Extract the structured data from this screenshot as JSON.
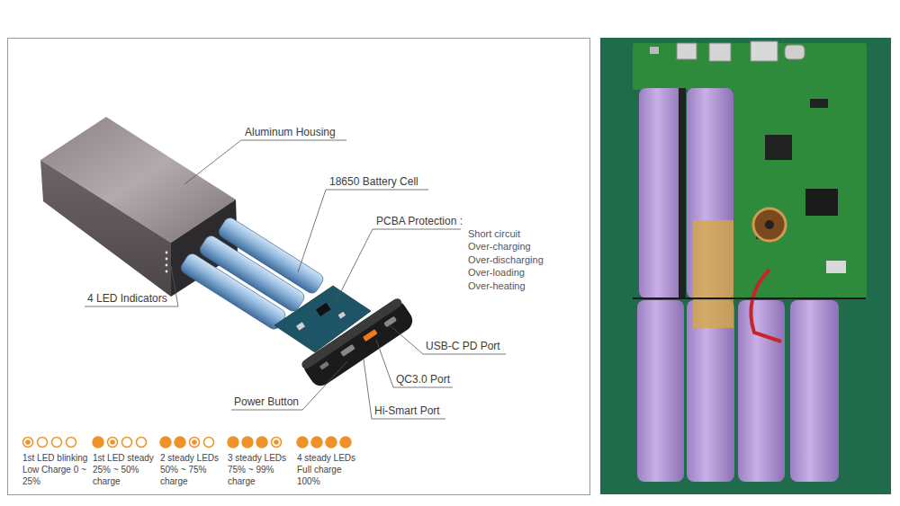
{
  "diagram": {
    "labels": [
      "Aluminum Housing",
      "18650 Battery Cell",
      "PCBA Protection :",
      "Short circuit",
      "Over-charging",
      "Over-discharging",
      "Over-loading",
      "Over-heating",
      "4 LED Indicators",
      "USB-C PD Port",
      "QC3.0 Port",
      "Power Button",
      "Hi-Smart Port",
      "1st LED blinking Low Charge 0 ~ 25%",
      "1st LED steady 25% ~ 50% charge",
      "2 steady LEDs 50% ~ 75% charge",
      "3 steady LEDs 75% ~ 99% charge",
      "4 steady LEDs Full charge 100%"
    ]
  }
}
